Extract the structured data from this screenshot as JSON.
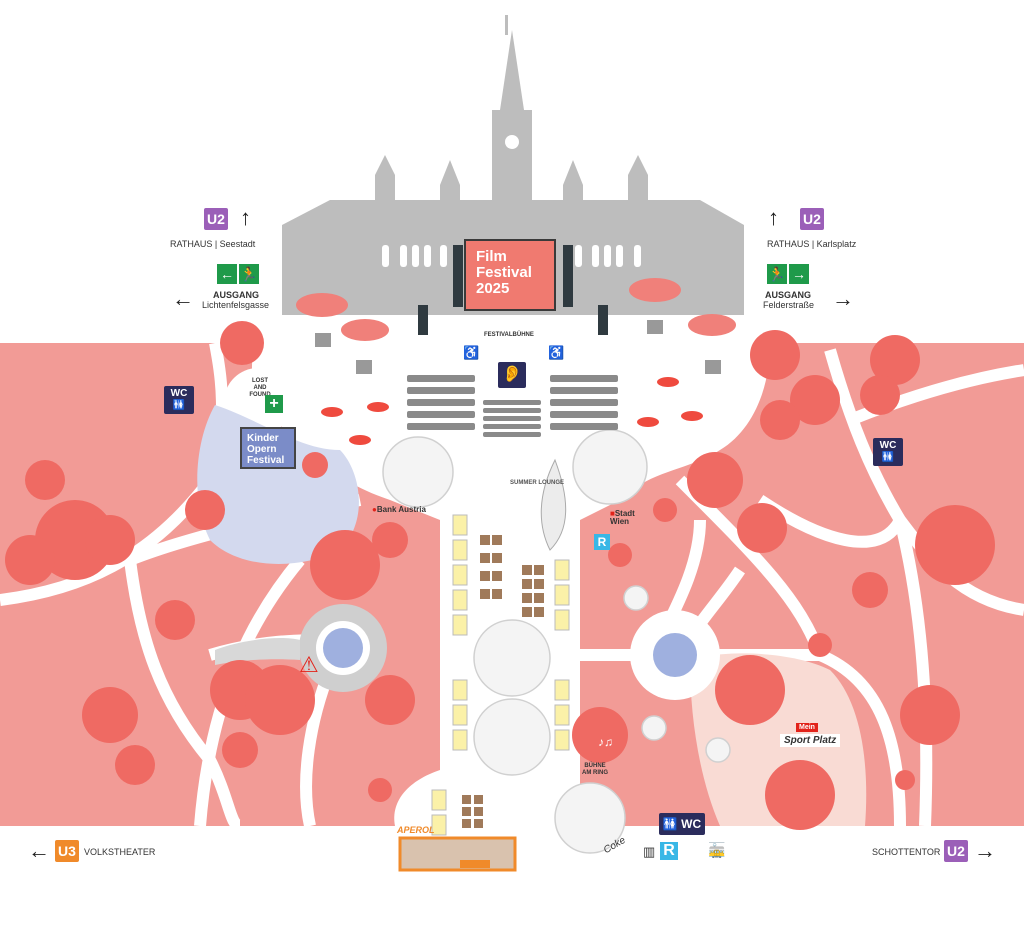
{
  "title": "Film Festival 2025",
  "stage": {
    "screen_lines": [
      "Film",
      "Festival",
      "2025"
    ],
    "label": "FESTIVALBÜHNE"
  },
  "top_left": {
    "line": "U2",
    "station": "RATHAUS | Seestadt",
    "exit_label": "AUSGANG",
    "exit_street": "Lichtenfelsgasse"
  },
  "top_right": {
    "line": "U2",
    "station": "RATHAUS | Karlsplatz",
    "exit_label": "AUSGANG",
    "exit_street": "Felderstraße"
  },
  "bottom_left": {
    "line": "U3",
    "station": "VOLKSTHEATER"
  },
  "bottom_right": {
    "line": "U2",
    "station": "SCHOTTENTOR"
  },
  "areas": {
    "lost_found": "LOST AND FOUND",
    "kinder": [
      "Kinder",
      "Opern",
      "Festival"
    ],
    "summer_lounge": "SUMMER LOUNGE",
    "bank": "Bank Austria",
    "stadt_wien": "Stadt Wien",
    "buehne_am_ring": "BÜHNE AM RING",
    "aperol": "APEROL",
    "coke": "Coke",
    "sport_mein": "Mein",
    "sport": "Sport Platz",
    "wc": "WC"
  },
  "colors": {
    "park": "#f29b96",
    "tree": "#ef6a63",
    "building": "#bdbdbd",
    "kinder": "#d3d9ee",
    "sport": "#f9dbd4",
    "ubahn": "#9b5fb8",
    "u3": "#f08a2a",
    "exit": "#1f9a4a",
    "wc": "#2b2c5c"
  }
}
